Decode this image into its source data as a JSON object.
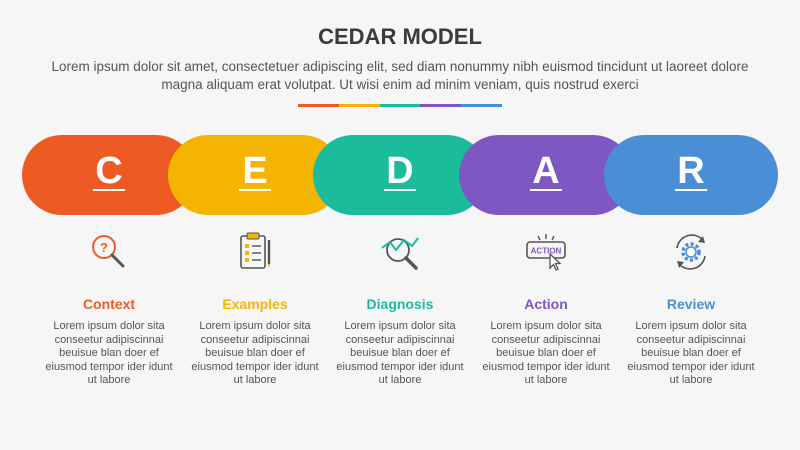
{
  "title": "CEDAR MODEL",
  "subtitle": "Lorem ipsum dolor sit amet, consectetuer adipiscing elit, sed diam nonummy nibh euismod tincidunt ut laoreet dolore magna aliquam erat volutpat. Ut wisi enim ad minim veniam, quis nostrud exerci",
  "divider_colors": [
    "#ee5a24",
    "#f5b400",
    "#1abc9c",
    "#7e57c2",
    "#4a8fd6"
  ],
  "steps": [
    {
      "letter": "C",
      "label": "Context",
      "color": "#ee5a24",
      "icon": "magnifier-question-icon",
      "desc": "Lorem ipsum dolor sita conseetur adipiscinnai beuisue blan doer ef eiusmod tempor ider idunt ut labore"
    },
    {
      "letter": "E",
      "label": "Examples",
      "color": "#f5b400",
      "icon": "clipboard-checklist-icon",
      "desc": "Lorem ipsum dolor sita conseetur adipiscinnai beuisue blan doer ef eiusmod tempor ider idunt ut labore"
    },
    {
      "letter": "D",
      "label": "Diagnosis",
      "color": "#1abc9c",
      "icon": "magnifier-chart-icon",
      "desc": "Lorem ipsum dolor sita conseetur adipiscinnai beuisue blan doer ef eiusmod tempor ider idunt ut labore"
    },
    {
      "letter": "A",
      "label": "Action",
      "color": "#7e57c2",
      "icon": "action-button-icon",
      "icon_text": "ACTION",
      "desc": "Lorem ipsum dolor sita conseetur adipiscinnai beuisue blan doer ef eiusmod tempor ider idunt ut labore"
    },
    {
      "letter": "R",
      "label": "Review",
      "color": "#4a8fd6",
      "icon": "gear-cycle-icon",
      "desc": "Lorem ipsum dolor sita conseetur adipiscinnai beuisue blan doer ef eiusmod tempor ider idunt ut labore"
    }
  ]
}
